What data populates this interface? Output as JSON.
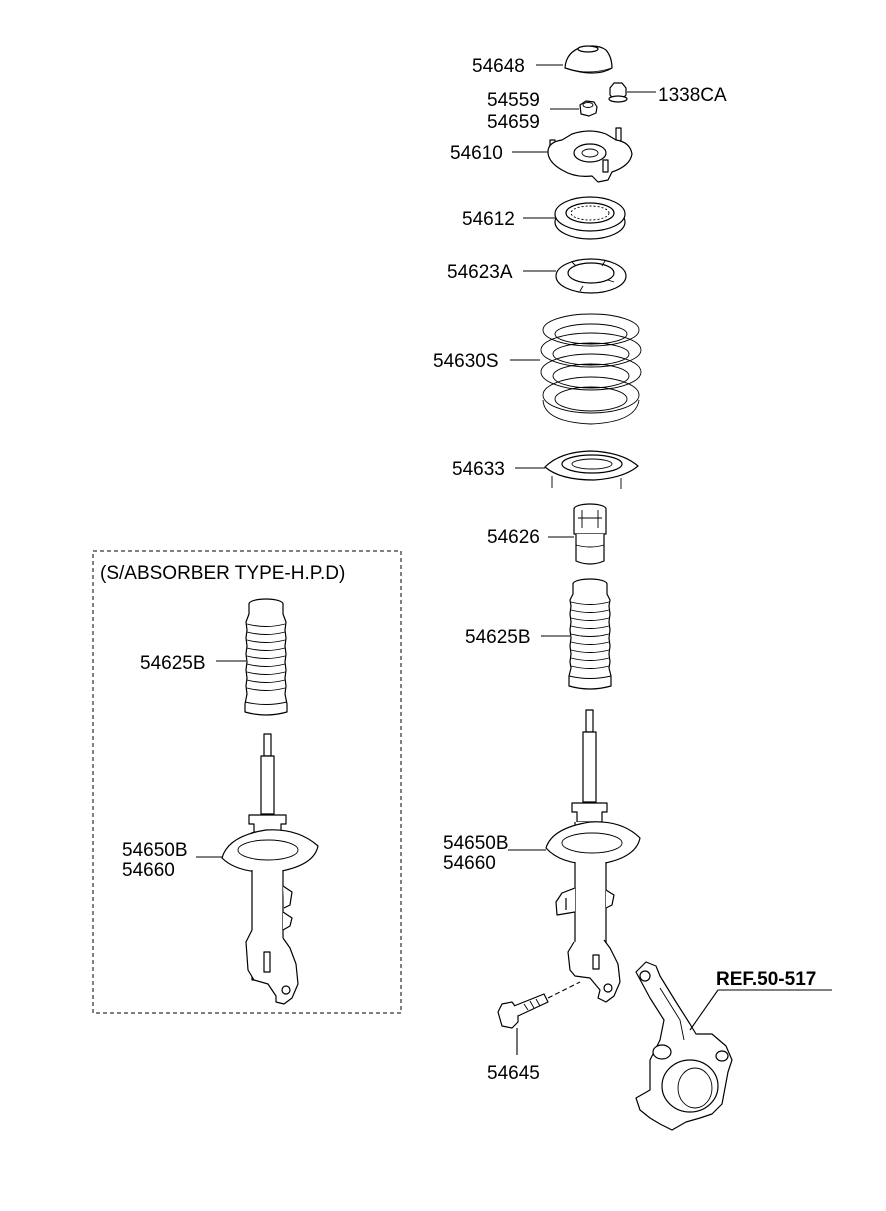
{
  "variant_box": {
    "title": "(S/ABSORBER TYPE-H.P.D)"
  },
  "labels": {
    "p54648": "54648",
    "p54559": "54559",
    "p54659": "54659",
    "p1338CA": "1338CA",
    "p54610": "54610",
    "p54612": "54612",
    "p54623A": "54623A",
    "p54630S": "54630S",
    "p54633": "54633",
    "p54626": "54626",
    "p54625B": "54625B",
    "p54650B": "54650B",
    "p54660": "54660",
    "p54625B_alt": "54625B",
    "p54650B_alt": "54650B",
    "p54660_alt": "54660",
    "p54645": "54645",
    "ref": "REF.50-517"
  }
}
